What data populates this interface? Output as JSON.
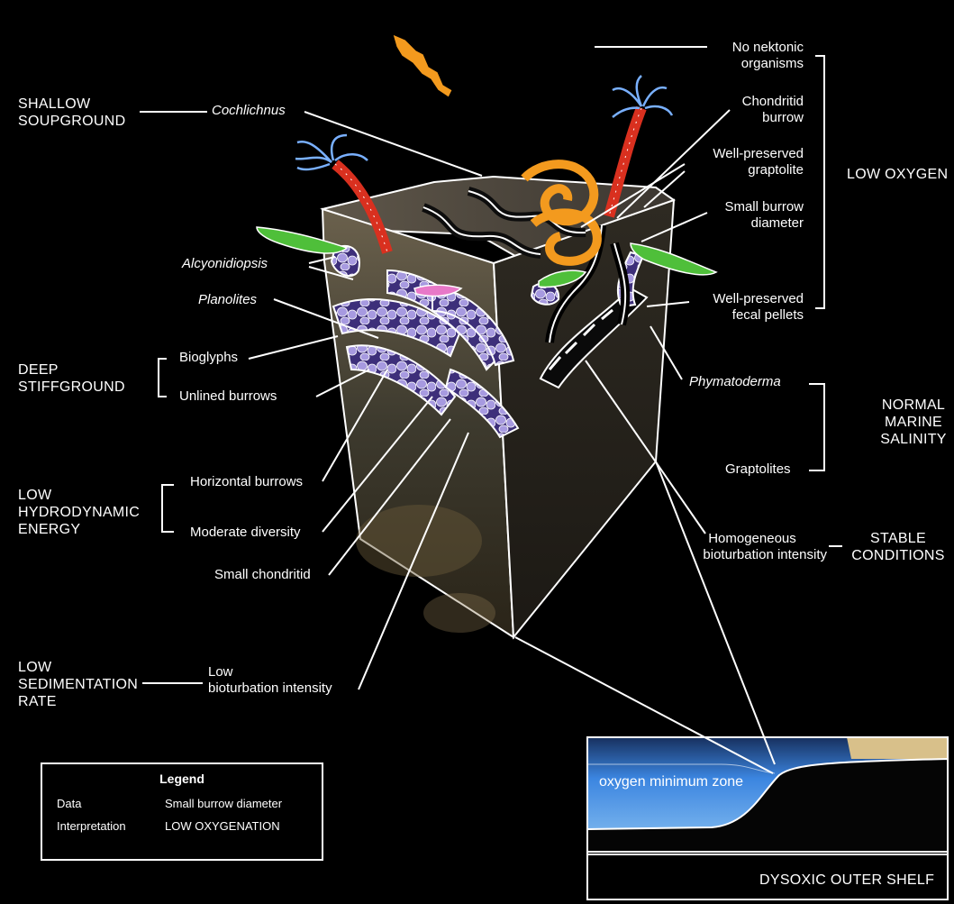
{
  "labels": {
    "shallow_soupground": [
      "SHALLOW",
      "SOUPGROUND"
    ],
    "cochlichnus": "Cochlichnus",
    "alcyonidiopsis": "Alcyonidiopsis",
    "planolites": "Planolites",
    "deep_stiffground": [
      "DEEP",
      "STIFFGROUND"
    ],
    "bioglyphs": "Bioglyphs",
    "unlined_burrows": "Unlined burrows",
    "low_hydrodynamic": [
      "LOW",
      "HYDRODYNAMIC",
      "ENERGY"
    ],
    "horizontal_burrows": "Horizontal burrows",
    "moderate_diversity": "Moderate diversity",
    "small_chondritid": "Small chondritid",
    "low_sedimentation": [
      "LOW",
      "SEDIMENTATION",
      "RATE"
    ],
    "low_bioturbation": [
      "Low",
      "bioturbation intensity"
    ],
    "no_nektonic": [
      "No nektonic",
      "organisms"
    ],
    "chondritid_burrow": [
      "Chondritid",
      "burrow"
    ],
    "well_preserved_graptolite": [
      "Well-preserved",
      "graptolite"
    ],
    "small_burrow_diameter": [
      "Small burrow",
      "diameter"
    ],
    "well_preserved_fecal": [
      "Well-preserved",
      "fecal pellets"
    ],
    "low_oxygen": "LOW OXYGEN",
    "phymatoderma": "Phymatoderma",
    "graptolites": "Graptolites",
    "normal_marine": [
      "NORMAL",
      "MARINE",
      "SALINITY"
    ],
    "homogeneous": [
      "Homogeneous",
      "bioturbation intensity"
    ],
    "stable_conditions": [
      "STABLE",
      "CONDITIONS"
    ],
    "oxygen_minimum_zone": "oxygen minimum zone",
    "dysoxic_outer_shelf": "DYSOXIC OUTER SHELF"
  },
  "legend": {
    "title": "Legend",
    "rows": [
      {
        "key": "Data",
        "value": "Small burrow diameter"
      },
      {
        "key": "Interpretation",
        "value": "LOW OXYGENATION"
      }
    ]
  },
  "colors": {
    "background": "#000000",
    "text": "#ffffff",
    "sediment": "#4a4232",
    "burrow_fill": "#5a4a9a",
    "pellet": "#9d90d6",
    "worm_green": "#4fbf3a",
    "tube_red": "#d9301f",
    "graptolite_orange": "#f39a1e",
    "water_blue": "#2a6fd0",
    "sand": "#d8c08a"
  }
}
